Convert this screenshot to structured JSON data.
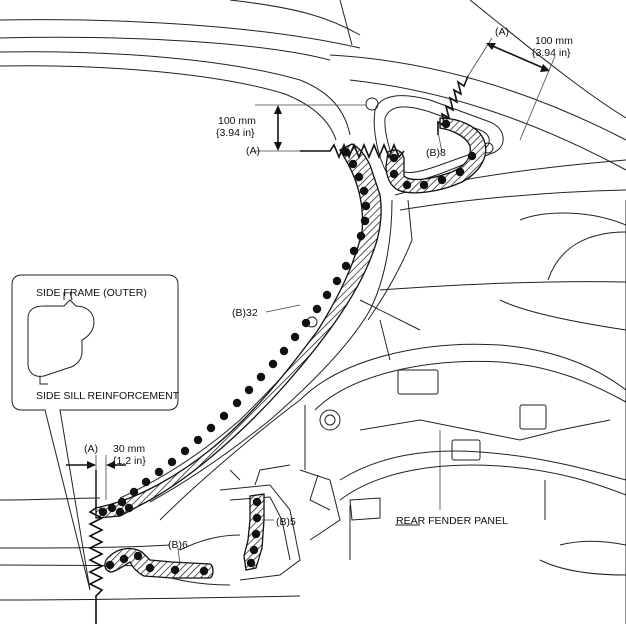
{
  "labels": {
    "a_top": "(A)",
    "dim_100_top_mm": "100 mm",
    "dim_100_top_in": "{3.94 in}",
    "dim_100_left_mm": "100 mm",
    "dim_100_left_in": "{3.94 in}",
    "a_left": "(A)",
    "b8": "(B)8",
    "b32": "(B)32",
    "a_bottom": "(A)",
    "dim_30_mm": "30 mm",
    "dim_30_in": "{1.2 in}",
    "b5": "(B)5",
    "b6": "(B)6",
    "rear_fender_panel": "REAR FENDER PANEL"
  },
  "inset": {
    "side_frame_outer": "SIDE FRAME (OUTER)",
    "side_sill_reinforcement": "SIDE SILL REINFORCEMENT"
  },
  "spot_welds": {
    "b8_count": 8,
    "b32_count": 32,
    "b5_count": 5,
    "b6_count": 6
  }
}
